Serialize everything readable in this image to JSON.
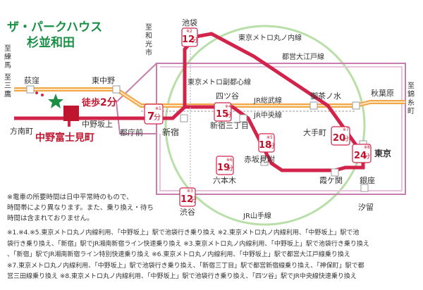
{
  "property": {
    "name_line1": "ザ・パークハウス",
    "name_line2": "杉並和田",
    "walk_label": "徒歩",
    "walk_minutes": "2分",
    "walk_star_icon": "star-icon"
  },
  "colors": {
    "marunouchi": "#d2234b",
    "oedo": "#c67fad",
    "yamanote_circle": "#b9dfa8",
    "jr_chuo_sobu": "#f2a646",
    "title_green": "#1a8f45",
    "station_red": "#c0152f"
  },
  "lines": {
    "marunouchi": "東京メトロ丸ノ内線",
    "oedo": "都営大江戸線",
    "fukutoshin": "東京メトロ副都心線",
    "sobu": "JR総武線",
    "chuo": "JR中央線",
    "yamanote": "JR山手線"
  },
  "directions": {
    "nerima": [
      "至",
      "練",
      "馬"
    ],
    "mitaka": [
      "至",
      "三",
      "鷹"
    ],
    "wakoshi": [
      "至",
      "和",
      "光",
      "市"
    ],
    "kinshicho": [
      "至",
      "錦",
      "糸",
      "町"
    ]
  },
  "stations": {
    "ikebukuro": "池袋",
    "ogikubo": "荻窪",
    "higashinakano": "東中野",
    "nakanosakaue": "中野坂上",
    "nakanofujimicho": "中野富士見町",
    "hokuyocho": "方南町",
    "tochomae": "都庁前",
    "shinjuku": "新宿",
    "shinjukusanchome": "新宿三丁目",
    "yotsuya": "四ツ谷",
    "akasakamitsuke": "赤坂見附",
    "roppongi": "六本木",
    "shibuya": "渋谷",
    "ochanomizu": "御茶ノ水",
    "akihabara": "秋葉原",
    "otemachi": "大手町",
    "tokyo": "東京",
    "kasumigaseki": "霞ケ関",
    "ginza": "銀座",
    "shiodome": "汐留"
  },
  "times": {
    "ikebukuro": {
      "min": "12",
      "unit": "分",
      "note": "※2"
    },
    "shinjuku": {
      "min": "7",
      "unit": "分",
      "note": "※1"
    },
    "yotsuya": {
      "min": "15",
      "unit": "分",
      "note": "※4"
    },
    "akasakamitsuke": {
      "min": "18",
      "unit": "分",
      "note": "※5"
    },
    "roppongi": {
      "min": "19",
      "unit": "分",
      "note": "※6"
    },
    "shibuya": {
      "min": "12",
      "unit": "分",
      "note": "※3"
    },
    "otemachi": {
      "min": "20",
      "unit": "分",
      "note": "※7"
    },
    "tokyo": {
      "min": "24",
      "unit": "分",
      "note": "※8"
    }
  },
  "notes": {
    "main": [
      "※電車の所要時間は日中平常時のもので、",
      "時間帯により異なります。また、乗り換え・待ち",
      "時間は含まれておりません。"
    ],
    "routes": [
      "※1.※4.※5.東京メトロ丸ノ内線利用、「中野坂上」駅で池袋行き乗り換え ※2.東京メトロ丸ノ内線利用、「中野坂上」駅で池",
      "袋行き乗り換え、「新宿」駅でJR湘南新宿ライン快速乗り換え ※3.東京メトロ丸ノ内線利用、「中野坂上」駅で池袋行き乗り換え",
      "、「新宿」駅でJR湘南新宿ライン特別快速乗り換え ※6.東京メトロ丸ノ内線利用、「中野坂上」駅で都営大江戸線乗り換え",
      "※7.東京メトロ丸ノ内線利用、「中野坂上」駅で池袋行き乗り換え、「新宿三丁目」駅で都営新宿線乗り換え、「神保町」駅で都",
      "営三田線乗り換え ※8.東京メトロ丸ノ内線利用、「中野坂上」駅で池袋行き乗り換え、「四ツ谷」駅でJR中央線快速乗り換え"
    ]
  }
}
